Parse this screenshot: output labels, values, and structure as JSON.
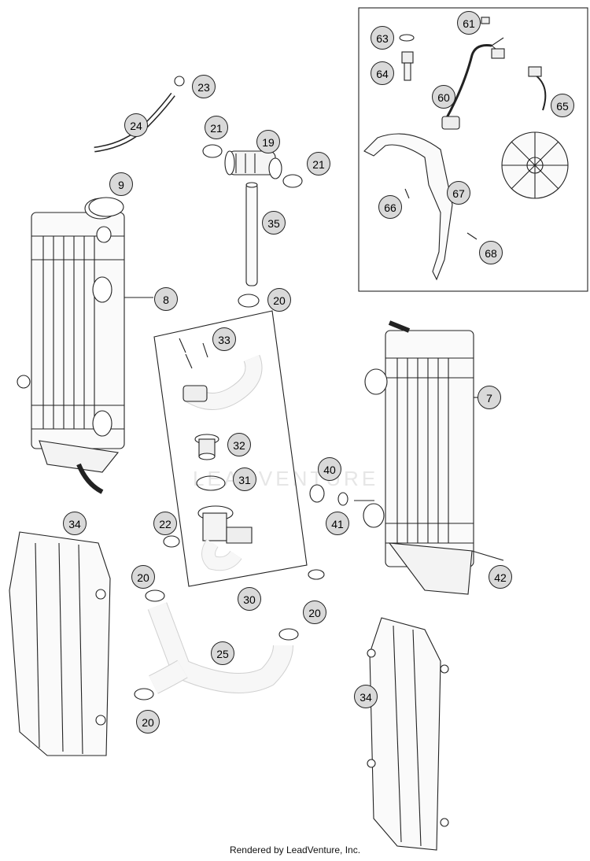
{
  "callouts": [
    {
      "id": "c9",
      "label": "9"
    },
    {
      "id": "c8",
      "label": "8"
    },
    {
      "id": "c23",
      "label": "23"
    },
    {
      "id": "c24",
      "label": "24"
    },
    {
      "id": "c21a",
      "label": "21"
    },
    {
      "id": "c19",
      "label": "19"
    },
    {
      "id": "c21b",
      "label": "21"
    },
    {
      "id": "c35",
      "label": "35"
    },
    {
      "id": "c20a",
      "label": "20"
    },
    {
      "id": "c33",
      "label": "33"
    },
    {
      "id": "c32",
      "label": "32"
    },
    {
      "id": "c31",
      "label": "31"
    },
    {
      "id": "c22",
      "label": "22"
    },
    {
      "id": "c30",
      "label": "30"
    },
    {
      "id": "c34a",
      "label": "34"
    },
    {
      "id": "c20b",
      "label": "20"
    },
    {
      "id": "c25",
      "label": "25"
    },
    {
      "id": "c20c",
      "label": "20"
    },
    {
      "id": "c20d",
      "label": "20"
    },
    {
      "id": "c7",
      "label": "7"
    },
    {
      "id": "c40",
      "label": "40"
    },
    {
      "id": "c41",
      "label": "41"
    },
    {
      "id": "c42",
      "label": "42"
    },
    {
      "id": "c34b",
      "label": "34"
    },
    {
      "id": "c61",
      "label": "61"
    },
    {
      "id": "c63",
      "label": "63"
    },
    {
      "id": "c64",
      "label": "64"
    },
    {
      "id": "c60",
      "label": "60"
    },
    {
      "id": "c65",
      "label": "65"
    },
    {
      "id": "c66",
      "label": "66"
    },
    {
      "id": "c67",
      "label": "67"
    },
    {
      "id": "c68",
      "label": "68"
    }
  ],
  "watermark": "LEADVENTURE",
  "footer": "Rendered by LeadVenture, Inc."
}
